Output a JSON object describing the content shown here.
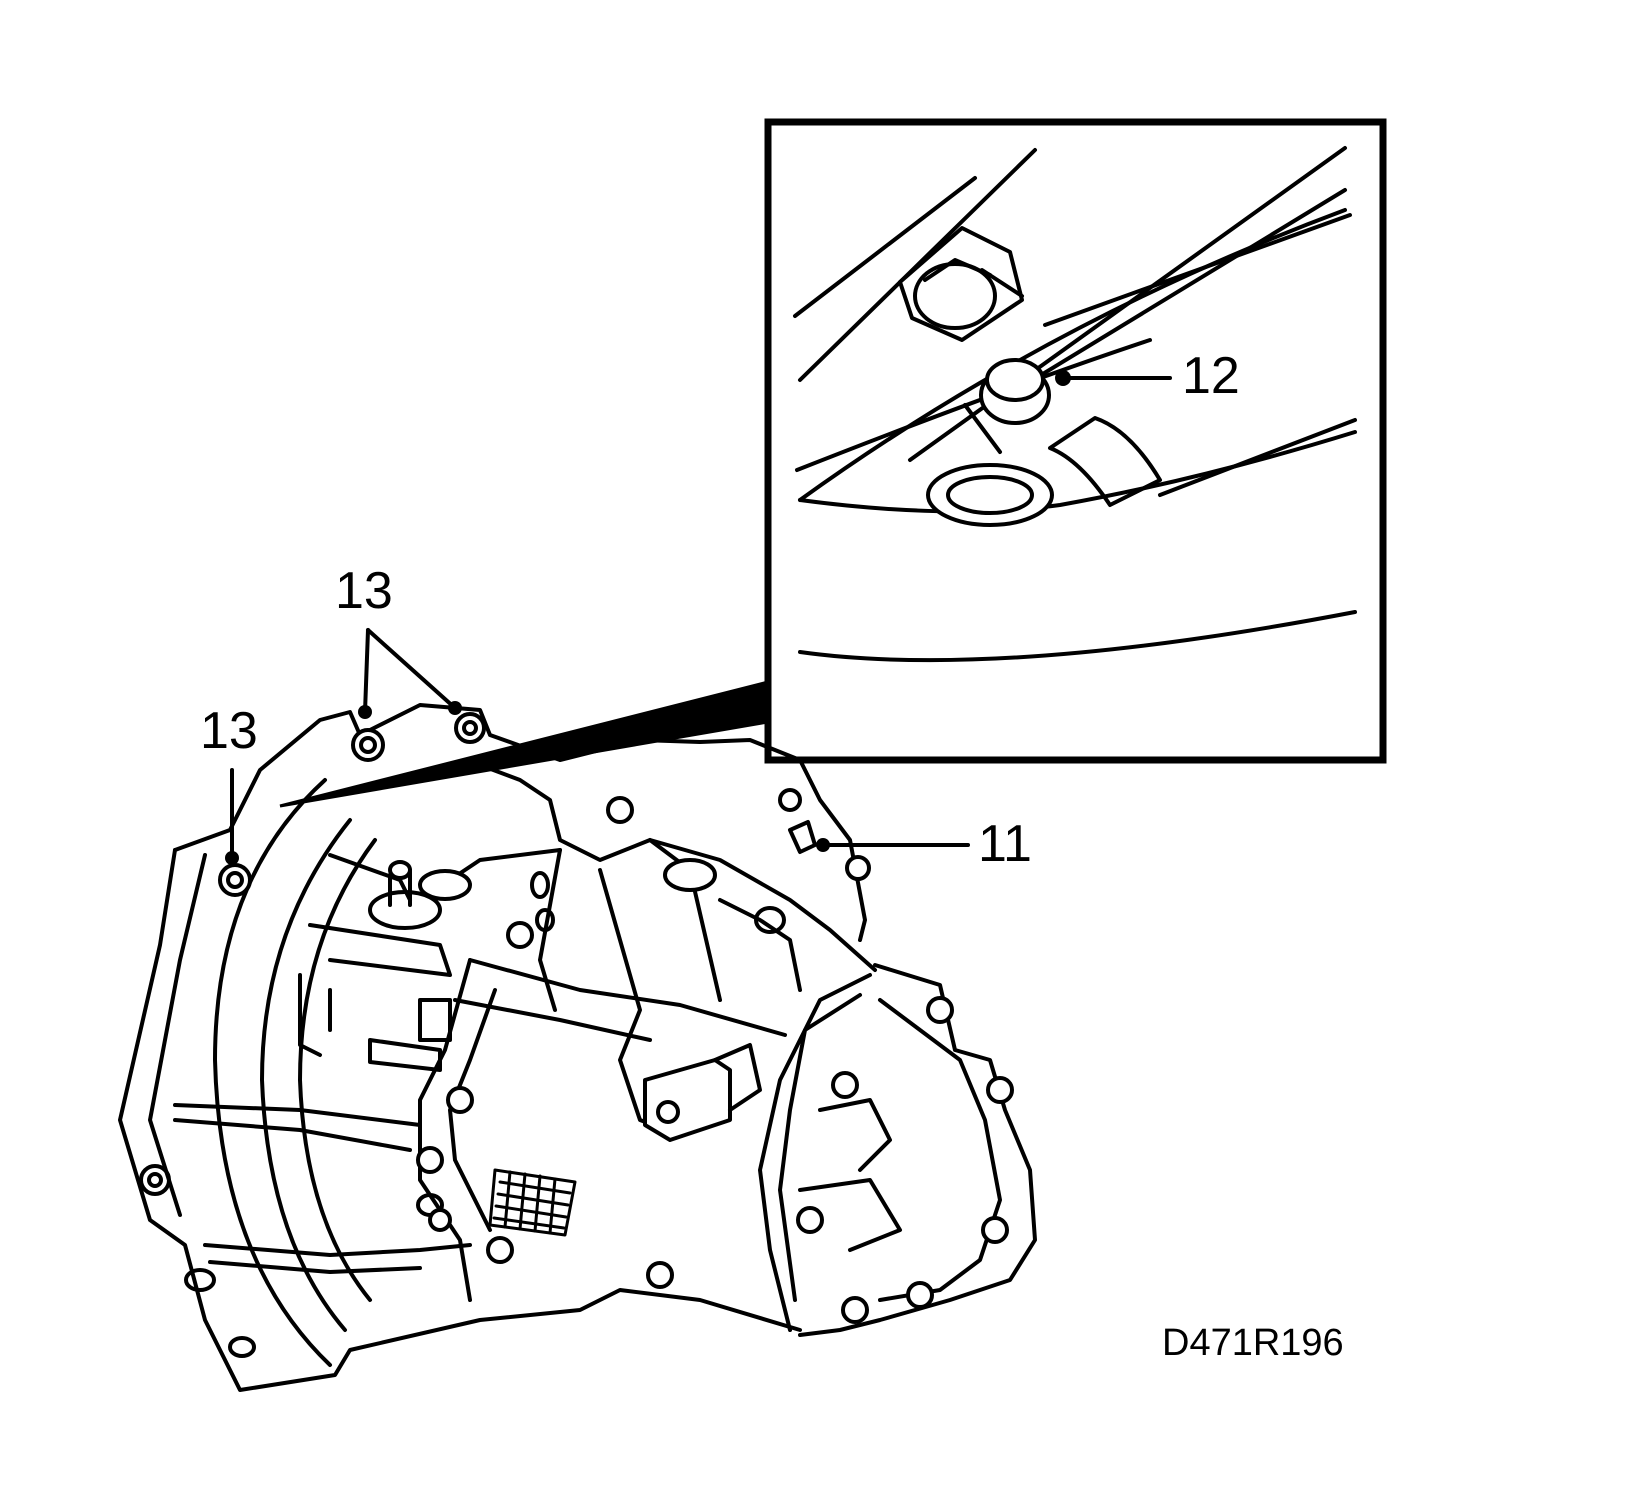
{
  "callouts": {
    "c11": "11",
    "c12": "12",
    "c13_top": "13",
    "c13_left": "13"
  },
  "reference_code": "D471R196",
  "colors": {
    "line": "#000000",
    "background": "#ffffff"
  }
}
